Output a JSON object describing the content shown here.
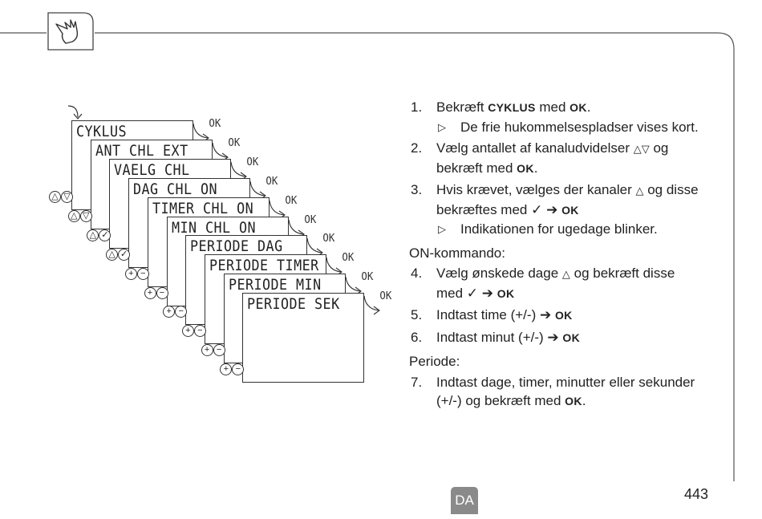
{
  "screens": [
    {
      "text": "CYKLUS",
      "ok": "OK",
      "buttons": [
        "up-triangle",
        "down-triangle"
      ]
    },
    {
      "text": "ANT CHL EXT",
      "ok": "OK",
      "buttons": [
        "up-triangle",
        "down-triangle"
      ]
    },
    {
      "text": "VAELG CHL",
      "ok": "OK",
      "buttons": [
        "up-triangle",
        "check"
      ]
    },
    {
      "text": "DAG CHL ON",
      "ok": "OK",
      "buttons": [
        "up-triangle",
        "check"
      ]
    },
    {
      "text": "TIMER CHL ON",
      "ok": "OK",
      "buttons": [
        "plus",
        "minus"
      ]
    },
    {
      "text": "MIN CHL ON",
      "ok": "OK",
      "buttons": [
        "plus",
        "minus"
      ]
    },
    {
      "text": "PERIODE DAG",
      "ok": "OK",
      "buttons": [
        "plus",
        "minus"
      ]
    },
    {
      "text": "PERIODE TIMER",
      "ok": "OK",
      "buttons": [
        "plus",
        "minus"
      ]
    },
    {
      "text": "PERIODE MIN",
      "ok": "OK",
      "buttons": [
        "plus",
        "minus"
      ]
    },
    {
      "text": "PERIODE SEK",
      "ok": "OK",
      "buttons": [
        "plus",
        "minus"
      ]
    }
  ],
  "steps": {
    "s1": {
      "num": "1.",
      "pre": "Bekræft ",
      "kw1": "CYKLUS",
      "mid": " med ",
      "kw2": "OK",
      "post": "."
    },
    "s1_sub": "De frie hukommelsespladser vises kort.",
    "s2": {
      "num": "2.",
      "line1": "Vælg antallet af kanaludvidelser",
      "line1_post": " og",
      "pre2": "bekræft med ",
      "kw": "OK",
      "post": "."
    },
    "s3": {
      "num": "3.",
      "line1": "Hvis krævet, vælges der kanaler",
      "line1_post": " og disse",
      "pre2": "bekræftes med ",
      "kw": "OK"
    },
    "s3_sub": "Indikationen for ugedage blinker.",
    "section_on": "ON-kommando:",
    "s4": {
      "num": "4.",
      "line1": "Vælg ønskede dage",
      "line1_post": " og bekræft disse",
      "pre2": "med ",
      "kw": "OK"
    },
    "s5": {
      "num": "5.",
      "pre": "Indtast time (+/-) ",
      "kw": "OK"
    },
    "s6": {
      "num": "6.",
      "pre": "Indtast minut (+/-) ",
      "kw": "OK"
    },
    "section_periode": "Periode:",
    "s7": {
      "num": "7.",
      "line1": "Indtast dage, timer, minutter eller sekunder",
      "pre2": "(+/-) og bekræft med ",
      "kw": "OK",
      "post": "."
    }
  },
  "footer": {
    "lang": "DA",
    "page": "443"
  },
  "colors": {
    "badge": "#8a8a8a",
    "line": "#333333"
  }
}
